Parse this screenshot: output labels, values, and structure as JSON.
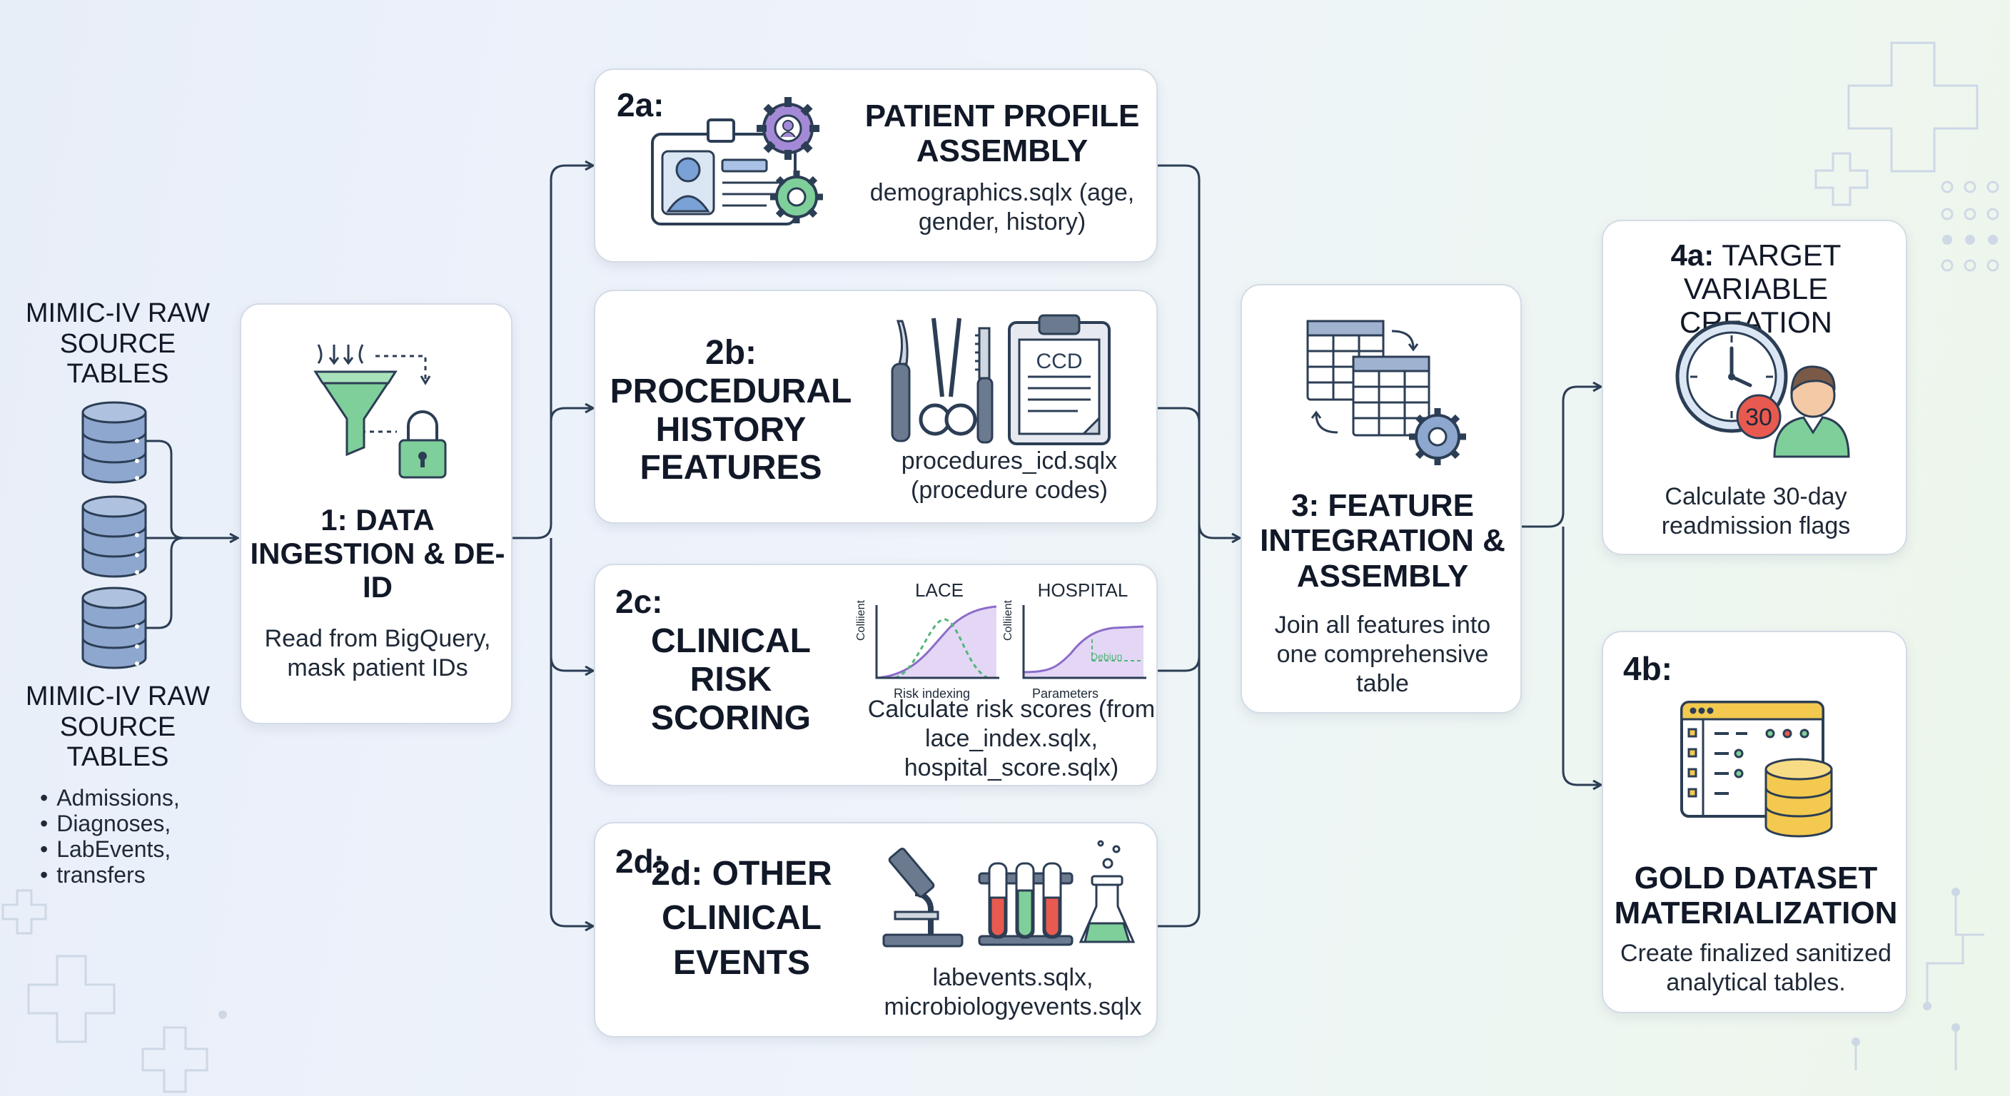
{
  "source": {
    "title_top": "MIMIC-IV RAW SOURCE TABLES",
    "title_bottom": "MIMIC-IV RAW SOURCE TABLES",
    "tables": [
      "Admissions,",
      "Diagnoses,",
      "LabEvents,",
      "transfers"
    ]
  },
  "step1": {
    "title": "1: DATA INGESTION & DE-ID",
    "desc": "Read from BigQuery, mask patient IDs"
  },
  "step2a": {
    "tag": "2a:",
    "title": "PATIENT PROFILE ASSEMBLY",
    "desc": "demographics.sqlx (age, gender, history)"
  },
  "step2b": {
    "title": "2b: PROCEDURAL HISTORY FEATURES",
    "clipboard_label": "CCD",
    "desc": "procedures_icd.sqlx (procedure codes)"
  },
  "step2c": {
    "tag": "2c:",
    "title": "CLINICAL RISK SCORING",
    "desc": "Calculate risk scores (from lace_index.sqlx, hospital_score.sqlx)",
    "mini_charts": [
      {
        "title": "LACE",
        "ylabel": "Colliient",
        "xlabel": "Risk indexing"
      },
      {
        "title": "HOSPITAL",
        "ylabel": "Colliient",
        "xlabel": "Parameters",
        "annotation": "Debiun"
      }
    ]
  },
  "step2d": {
    "tag": "2d:",
    "title": "2d: OTHER CLINICAL EVENTS",
    "desc": "labevents.sqlx, microbiologyevents.sqlx"
  },
  "step3": {
    "title": "3: FEATURE INTEGRATION & ASSEMBLY",
    "desc": "Join all features into one comprehensive table"
  },
  "step4a": {
    "tag": "4a:",
    "title_rest": "TARGET VARIABLE CREATION",
    "badge": "30",
    "desc": "Calculate 30-day readmission flags"
  },
  "step4b": {
    "tag": "4b:",
    "title": "GOLD DATASET MATERIALIZATION",
    "desc": "Create finalized sanitized analytical tables."
  },
  "colors": {
    "arrow": "#2c3e55",
    "green": "#7fcf9a",
    "purple": "#a48ad6",
    "yellow": "#f3c94f",
    "red": "#e85a4f",
    "blue": "#8ea7cf"
  }
}
